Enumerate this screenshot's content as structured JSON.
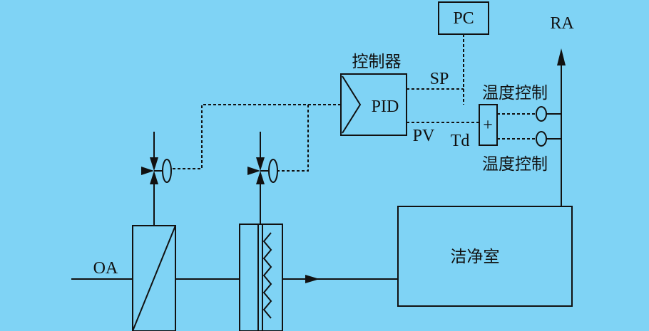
{
  "labels": {
    "pc": "PC",
    "ra": "RA",
    "controller": "控制器",
    "sp": "SP",
    "pid": "PID",
    "pv": "PV",
    "td": "Td",
    "temp_control_top": "温度控制",
    "temp_control_bottom": "温度控制",
    "sum_symbol": "+",
    "oa": "OA",
    "cleanroom": "洁净室"
  }
}
